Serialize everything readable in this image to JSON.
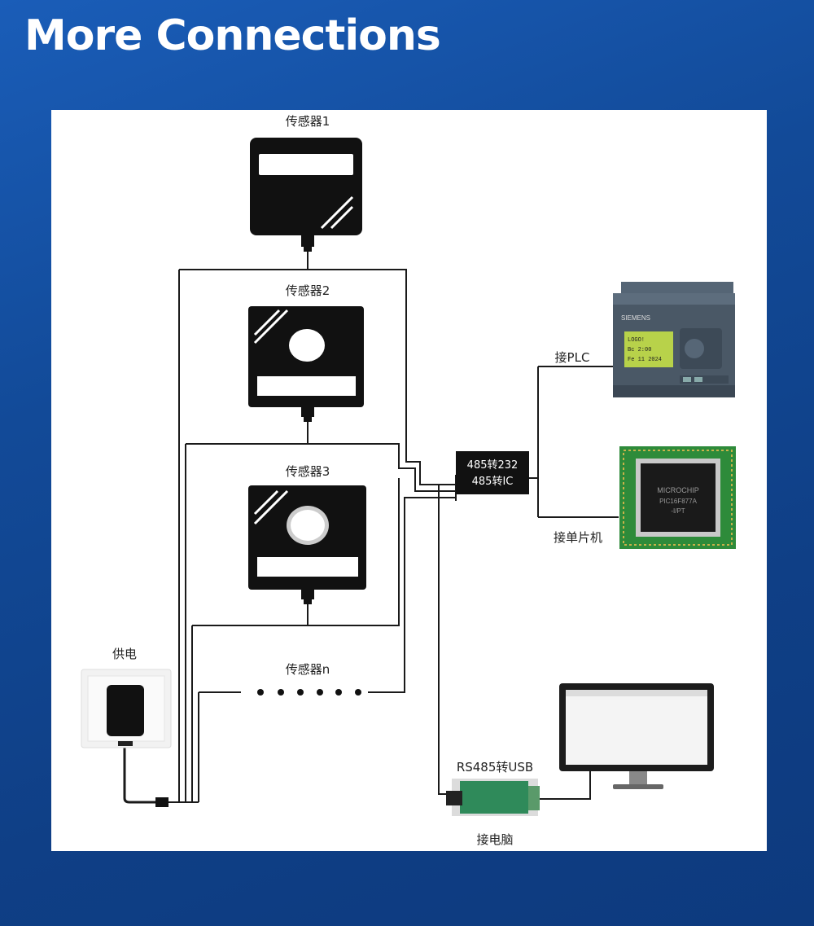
{
  "title": "More Connections",
  "diagram": {
    "sensor1": "传感器1",
    "sensor2": "传感器2",
    "sensor3": "传感器3",
    "sensorN": "传感器n",
    "power": "供电",
    "converter_line1": "485转232",
    "converter_line2": "485转IC",
    "plc_label": "接PLC",
    "mcu_label": "接单片机",
    "usb_converter_label": "RS485转USB",
    "pc_label": "接电脑",
    "plc_brand": "SIEMENS",
    "plc_screen_lines": [
      "LOGO!",
      "Bc 2:00",
      "Fe  11 2024"
    ],
    "chip_text_lines": [
      "MICROCHIP",
      "PIC16F877A",
      "-I/PT"
    ]
  },
  "colors": {
    "background": "#124a98",
    "panel": "#ffffff",
    "device": "#111111",
    "plc_body": "#4a5866",
    "plc_screen": "#b8d24a",
    "pcb": "#2e8b3a",
    "usb_board": "#2f8a5a"
  }
}
